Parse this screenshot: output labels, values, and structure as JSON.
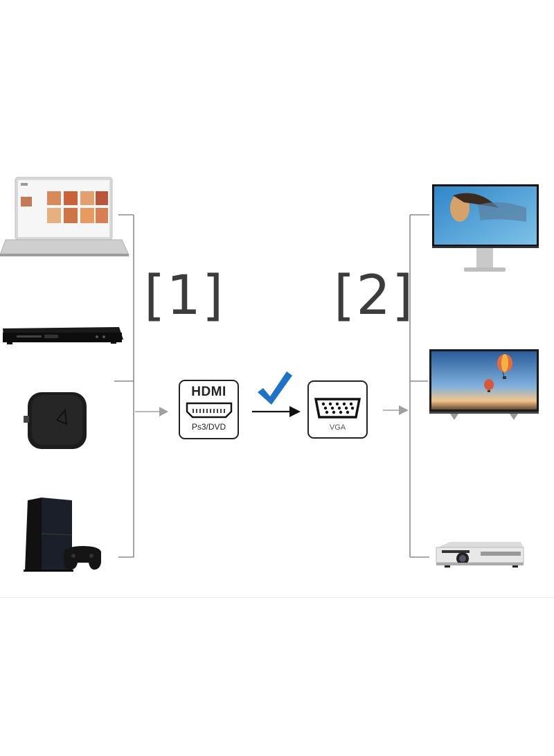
{
  "labels": {
    "source_group": "[1]",
    "display_group": "[2]"
  },
  "adapter": {
    "input_title": "HDMI",
    "input_caption": "Ps3/DVD",
    "output_caption": "VGA"
  },
  "sources": [
    {
      "icon": "laptop-icon"
    },
    {
      "icon": "dvd-player-icon"
    },
    {
      "icon": "tv-box-icon"
    },
    {
      "icon": "game-console-icon"
    }
  ],
  "displays": [
    {
      "icon": "monitor-icon"
    },
    {
      "icon": "tv-icon"
    },
    {
      "icon": "projector-icon"
    }
  ],
  "colors": {
    "bracket_line": "#8a8a8a",
    "label_text": "#3c3c3c",
    "check_mark": "#1e73c8",
    "arrow": "#111111",
    "gray_arrow": "#a0a0a0"
  }
}
